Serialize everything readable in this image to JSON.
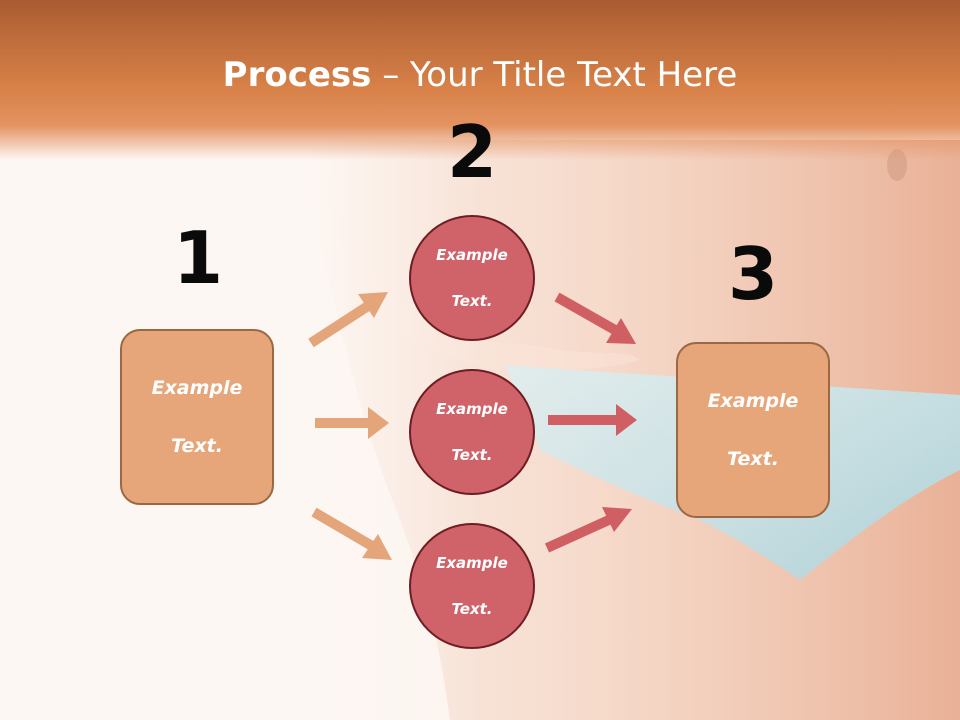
{
  "slide": {
    "title_bold": "Process",
    "title_separator": "–",
    "title_rest": "Your Title Text Here"
  },
  "steps": [
    {
      "number": "1",
      "box_text": [
        "Example",
        "Text."
      ]
    },
    {
      "number": "2",
      "items": [
        [
          "Example",
          "Text."
        ],
        [
          "Example",
          "Text."
        ],
        [
          "Example",
          "Text."
        ]
      ]
    },
    {
      "number": "3",
      "box_text": [
        "Example",
        "Text."
      ]
    }
  ],
  "colors": {
    "header": "#d88148",
    "box_fill": "#e6a67a",
    "box_border": "#9b6843",
    "circle_fill": "#d0636a",
    "circle_border": "#6e1e22",
    "arrow_in": "#e4a57a",
    "arrow_out": "#cf5f62",
    "number": "#0a0a0a"
  }
}
